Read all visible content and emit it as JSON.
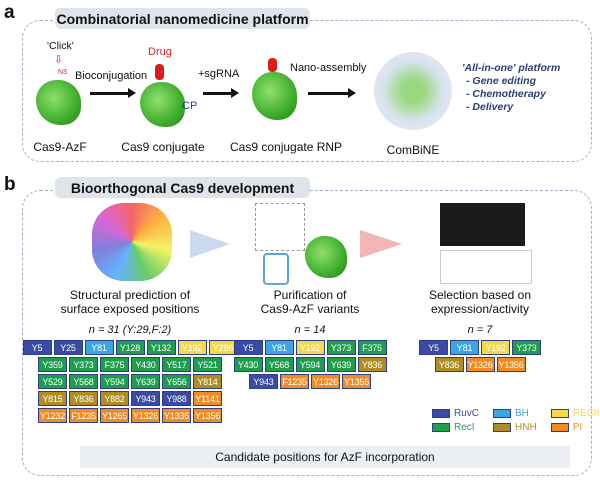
{
  "panel_a": {
    "label": "a",
    "title": "Combinatorial nanomedicine platform",
    "click": "'Click'",
    "n3": "N3",
    "drug": "Drug",
    "cp": "CP",
    "steps": [
      "Cas9-AzF",
      "Cas9 conjugate",
      "Cas9 conjugate RNP",
      "ComBiNE"
    ],
    "arrows": [
      "Bioconjugation",
      "+sgRNA",
      "Nano-assembly"
    ],
    "features": [
      "'All-in-one' platform",
      "- Gene editing",
      "- Chemotherapy",
      "- Delivery"
    ]
  },
  "panel_b": {
    "label": "b",
    "title": "Bioorthogonal Cas9 development",
    "columns": [
      {
        "text1": "Structural prediction of",
        "text2": "surface exposed positions",
        "n": "n = 31 (Y:29,F:2)",
        "rows": [
          [
            [
              "Y5",
              "RuvC"
            ],
            [
              "Y25",
              "RuvC"
            ],
            [
              "Y81",
              "BH"
            ],
            [
              "Y128",
              "RecI"
            ],
            [
              "Y132",
              "RecI"
            ],
            [
              "Y192",
              "RECII"
            ],
            [
              "Y286",
              "RECII"
            ]
          ],
          [
            [
              "Y359",
              "RecI"
            ],
            [
              "Y373",
              "RecI"
            ],
            [
              "F375",
              "RecI"
            ],
            [
              "Y430",
              "RecI"
            ],
            [
              "Y517",
              "RecI"
            ],
            [
              "Y521",
              "RecI"
            ]
          ],
          [
            [
              "Y529",
              "RecI"
            ],
            [
              "Y568",
              "RecI"
            ],
            [
              "Y594",
              "RecI"
            ],
            [
              "Y639",
              "RecI"
            ],
            [
              "Y656",
              "RecI"
            ],
            [
              "Y814",
              "HNH"
            ]
          ],
          [
            [
              "Y815",
              "HNH"
            ],
            [
              "Y836",
              "HNH"
            ],
            [
              "Y882",
              "HNH"
            ],
            [
              "Y943",
              "RuvC"
            ],
            [
              "Y988",
              "RuvC"
            ],
            [
              "Y1141",
              "PI"
            ]
          ],
          [
            [
              "Y1232",
              "PI"
            ],
            [
              "F1235",
              "PI"
            ],
            [
              "Y1265",
              "PI"
            ],
            [
              "Y1326",
              "PI"
            ],
            [
              "Y1336",
              "PI"
            ],
            [
              "Y1356",
              "PI"
            ]
          ]
        ]
      },
      {
        "text1": "Purification of",
        "text2": "Cas9-AzF variants",
        "n": "n = 14",
        "rows": [
          [
            [
              "Y5",
              "RuvC"
            ],
            [
              "Y81",
              "BH"
            ],
            [
              "Y192",
              "RECII"
            ],
            [
              "Y373",
              "RecI"
            ],
            [
              "F375",
              "RecI"
            ]
          ],
          [
            [
              "Y430",
              "RecI"
            ],
            [
              "Y568",
              "RecI"
            ],
            [
              "Y594",
              "RecI"
            ],
            [
              "Y639",
              "RecI"
            ],
            [
              "Y836",
              "HNH"
            ]
          ],
          [
            [
              "Y943",
              "RuvC"
            ],
            [
              "F1235",
              "PI"
            ],
            [
              "Y1326",
              "PI"
            ],
            [
              "Y1356",
              "PI"
            ]
          ]
        ]
      },
      {
        "text1": "Selection based on",
        "text2": "expression/activity",
        "n": "n = 7",
        "rows": [
          [
            [
              "Y5",
              "RuvC"
            ],
            [
              "Y81",
              "BH"
            ],
            [
              "Y192",
              "RECII"
            ],
            [
              "Y373",
              "RecI"
            ]
          ],
          [
            [
              "Y836",
              "HNH"
            ],
            [
              "Y1326",
              "PI"
            ],
            [
              "Y1356",
              "PI"
            ]
          ]
        ]
      }
    ],
    "legend": [
      {
        "name": "RuvC",
        "key": "RuvC"
      },
      {
        "name": "BH",
        "key": "BH"
      },
      {
        "name": "RECII",
        "key": "RECII"
      },
      {
        "name": "RecI",
        "key": "RecI"
      },
      {
        "name": "HNH",
        "key": "HNH"
      },
      {
        "name": "PI",
        "key": "PI"
      }
    ],
    "footer": "Candidate positions for AzF incorporation"
  },
  "colors": {
    "RuvC": "#3b4aa3",
    "RecI": "#1e9e4c",
    "BH": "#3aa6e6",
    "HNH": "#b08d24",
    "RECII": "#f5d94a",
    "PI": "#f28b22"
  }
}
